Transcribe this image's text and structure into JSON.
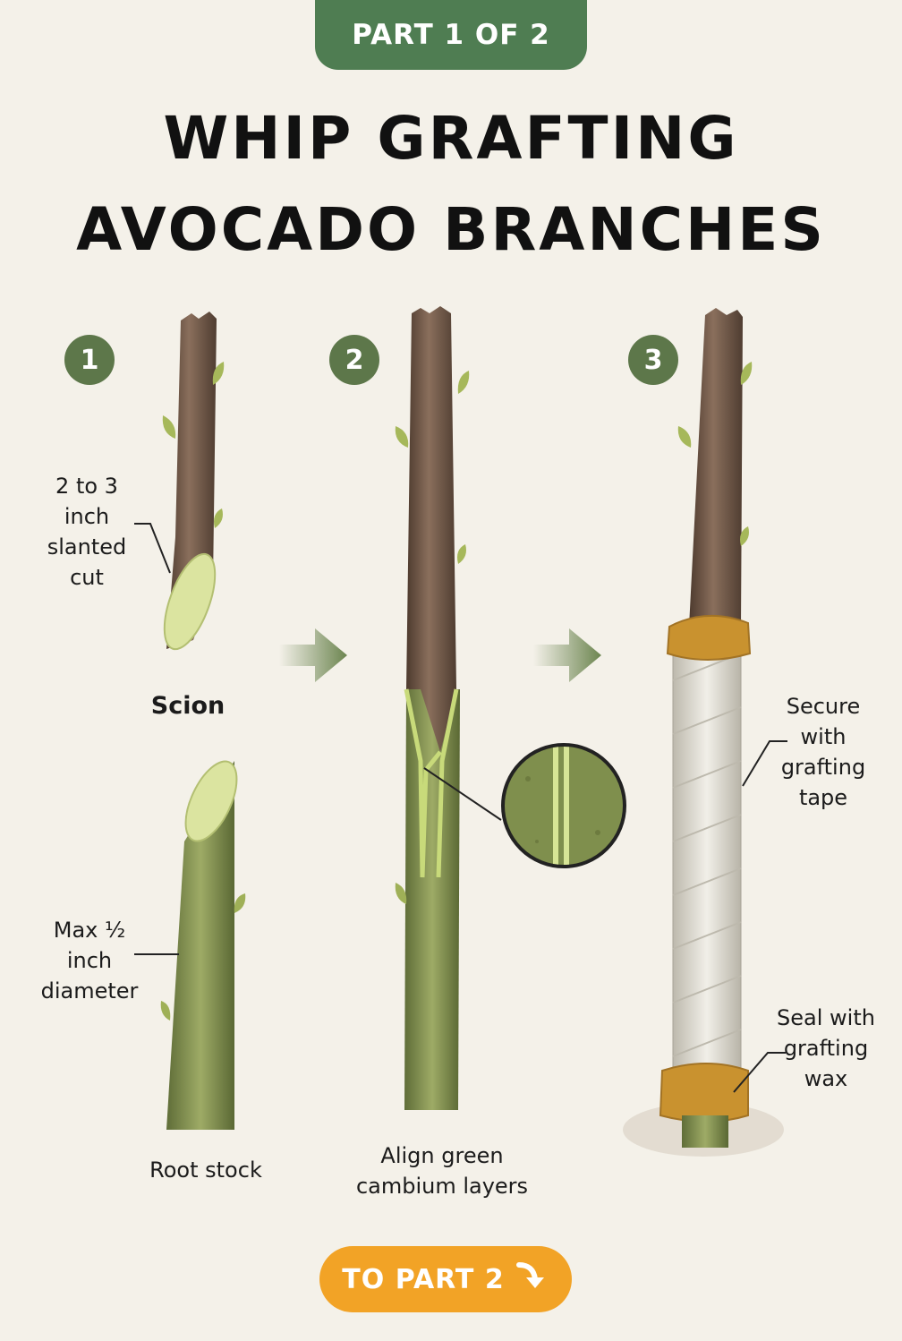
{
  "header": {
    "part_label": "PART 1 OF 2",
    "title_line1": "WHIP GRAFTING",
    "title_line2": "AVOCADO BRANCHES"
  },
  "steps": [
    {
      "number": "1"
    },
    {
      "number": "2"
    },
    {
      "number": "3"
    }
  ],
  "annotations": {
    "cut": [
      "2 to 3",
      "inch",
      "slanted",
      "cut"
    ],
    "scion": "Scion",
    "diameter": [
      "Max ½",
      "inch",
      "diameter"
    ],
    "rootstock": "Root stock",
    "align": [
      "Align green",
      "cambium layers"
    ],
    "tape": [
      "Secure",
      "with",
      "grafting",
      "tape"
    ],
    "wax": [
      "Seal with",
      "grafting",
      "wax"
    ]
  },
  "cta": {
    "label": "TO PART 2",
    "icon": "arrow-down-right-icon"
  },
  "colors": {
    "tab_green": "#4f7d52",
    "badge_green": "#5d774a",
    "cta_orange": "#f2a326",
    "bark_brown": "#6e5544",
    "stock_green": "#8a9a55",
    "cambium": "#d5e39a",
    "wax": "#c9922f",
    "tape": "#e9e6dc"
  }
}
